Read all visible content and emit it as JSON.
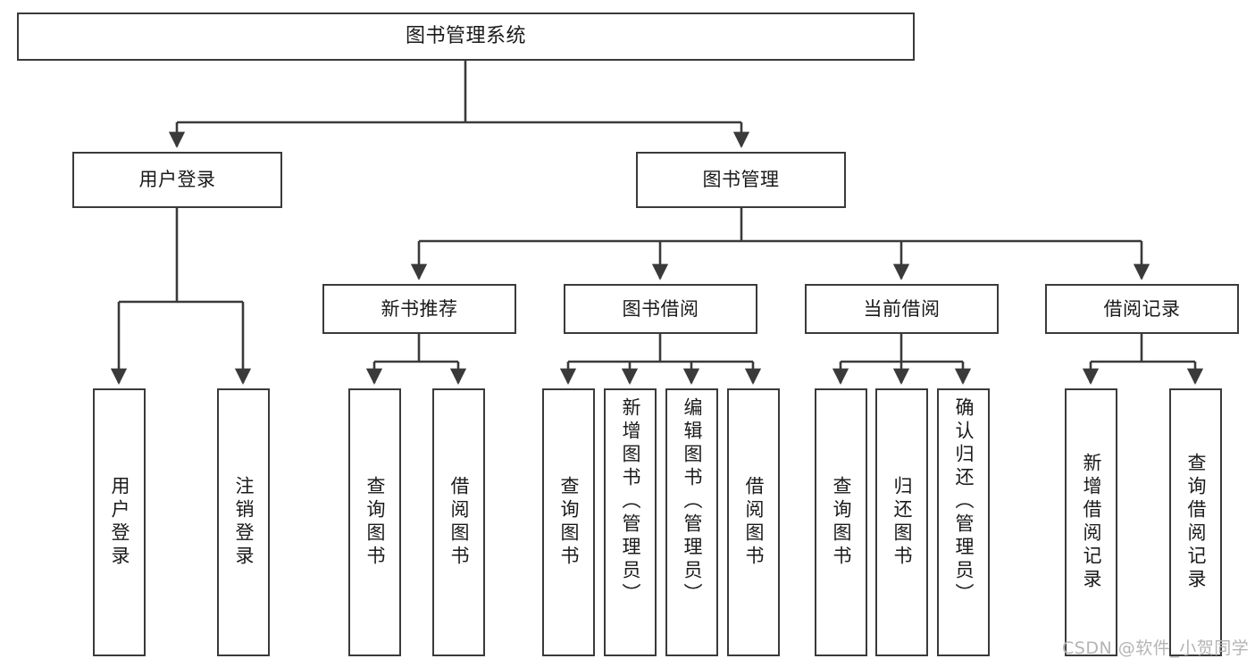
{
  "diagram": {
    "title": "图书管理系统",
    "type": "hierarchy-tree",
    "watermark": "CSDN @软件_小贺同学",
    "colors": {
      "box_border": "#3a3a3a",
      "box_fill": "#ffffff",
      "edge": "#3a3a3a",
      "text": "#1a1a1a",
      "watermark": "#b4b4b4"
    },
    "levels": [
      {
        "level": 1,
        "nodes": [
          {
            "id": "root",
            "label": "图书管理系统"
          }
        ]
      },
      {
        "level": 2,
        "nodes": [
          {
            "id": "user-login",
            "label": "用户登录"
          },
          {
            "id": "book-manage",
            "label": "图书管理"
          }
        ]
      },
      {
        "level": 3,
        "nodes": [
          {
            "id": "new-book-rec",
            "label": "新书推荐"
          },
          {
            "id": "book-borrow",
            "label": "图书借阅"
          },
          {
            "id": "current-borrow",
            "label": "当前借阅"
          },
          {
            "id": "borrow-record",
            "label": "借阅记录"
          }
        ]
      },
      {
        "level": 4,
        "nodes": [
          {
            "id": "leaf-user-login",
            "label": "用户登录"
          },
          {
            "id": "leaf-logout",
            "label": "注销登录"
          },
          {
            "id": "leaf-query-book-1",
            "label": "查询图书"
          },
          {
            "id": "leaf-borrow-book-1",
            "label": "借阅图书"
          },
          {
            "id": "leaf-query-book-2",
            "label": "查询图书"
          },
          {
            "id": "leaf-add-book",
            "label": "新增图书（管理员）"
          },
          {
            "id": "leaf-edit-book",
            "label": "编辑图书（管理员）"
          },
          {
            "id": "leaf-borrow-book-2",
            "label": "借阅图书"
          },
          {
            "id": "leaf-query-book-3",
            "label": "查询图书"
          },
          {
            "id": "leaf-return-book",
            "label": "归还图书"
          },
          {
            "id": "leaf-confirm-return",
            "label": "确认归还（管理员）"
          },
          {
            "id": "leaf-add-record",
            "label": "新增借阅记录"
          },
          {
            "id": "leaf-query-record",
            "label": "查询借阅记录"
          }
        ]
      }
    ],
    "edges": [
      {
        "from": "root",
        "to": "user-login"
      },
      {
        "from": "root",
        "to": "book-manage"
      },
      {
        "from": "user-login",
        "to": "leaf-user-login"
      },
      {
        "from": "user-login",
        "to": "leaf-logout"
      },
      {
        "from": "book-manage",
        "to": "new-book-rec"
      },
      {
        "from": "book-manage",
        "to": "book-borrow"
      },
      {
        "from": "book-manage",
        "to": "current-borrow"
      },
      {
        "from": "book-manage",
        "to": "borrow-record"
      },
      {
        "from": "new-book-rec",
        "to": "leaf-query-book-1"
      },
      {
        "from": "new-book-rec",
        "to": "leaf-borrow-book-1"
      },
      {
        "from": "book-borrow",
        "to": "leaf-query-book-2"
      },
      {
        "from": "book-borrow",
        "to": "leaf-add-book"
      },
      {
        "from": "book-borrow",
        "to": "leaf-edit-book"
      },
      {
        "from": "book-borrow",
        "to": "leaf-borrow-book-2"
      },
      {
        "from": "current-borrow",
        "to": "leaf-query-book-3"
      },
      {
        "from": "current-borrow",
        "to": "leaf-return-book"
      },
      {
        "from": "current-borrow",
        "to": "leaf-confirm-return"
      },
      {
        "from": "borrow-record",
        "to": "leaf-add-record"
      },
      {
        "from": "borrow-record",
        "to": "leaf-query-record"
      }
    ]
  }
}
